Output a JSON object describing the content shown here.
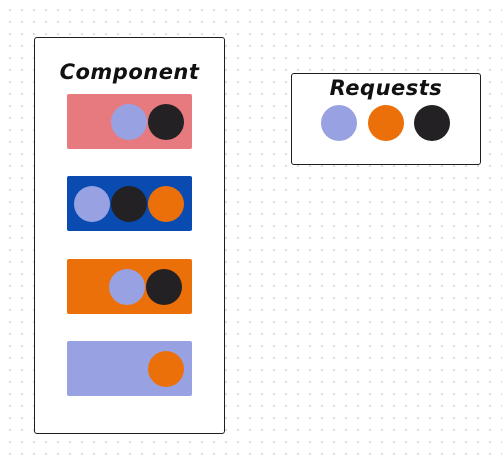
{
  "colors": {
    "pink": "#e77a7e",
    "blue": "#0a4bb1",
    "orange": "#ec700a",
    "lavender": "#98a2e3",
    "black": "#232123"
  },
  "component": {
    "title": "Component",
    "rows": [
      {
        "color": "pink",
        "circles": [
          "lavender",
          "black"
        ]
      },
      {
        "color": "blue",
        "circles": [
          "lavender",
          "black",
          "orange"
        ]
      },
      {
        "color": "orange",
        "circles": [
          "lavender",
          "black"
        ]
      },
      {
        "color": "lavender",
        "circles": [
          "orange"
        ]
      }
    ]
  },
  "requests": {
    "title": "Requests",
    "circles": [
      "lavender",
      "orange",
      "black"
    ]
  }
}
